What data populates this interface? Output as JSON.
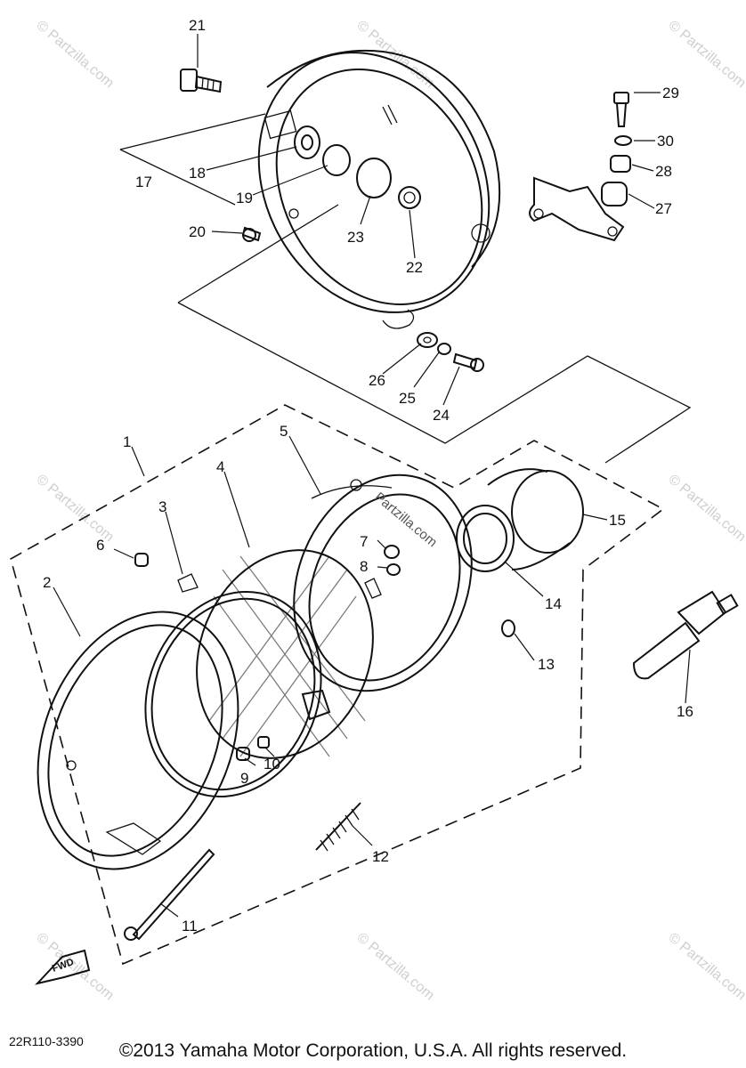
{
  "diagram_code": "22R110-3390",
  "copyright": "©2013 Yamaha Motor Corporation, U.S.A. All rights reserved.",
  "watermark": "© Partzilla.com",
  "center_watermark": "Partzilla.com",
  "fwd_label": "FWD",
  "callouts": [
    "1",
    "2",
    "3",
    "4",
    "5",
    "6",
    "7",
    "8",
    "9",
    "10",
    "11",
    "12",
    "13",
    "14",
    "15",
    "16",
    "17",
    "18",
    "19",
    "20",
    "21",
    "22",
    "23",
    "24",
    "25",
    "26",
    "27",
    "28",
    "29",
    "30"
  ]
}
